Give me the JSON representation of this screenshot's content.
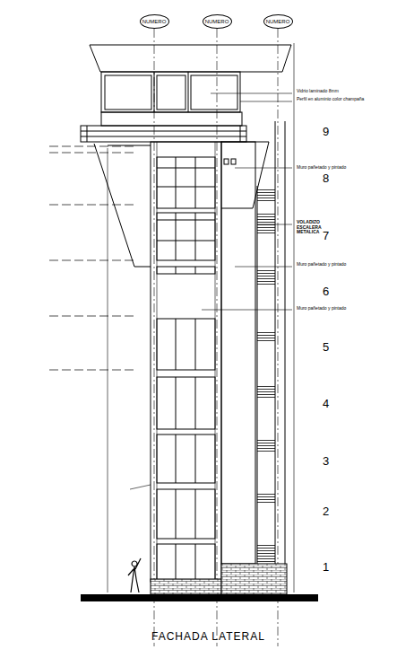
{
  "diagram": {
    "title": "FACHADA LATERAL",
    "nodes": [
      {
        "text": [
          "NUMERO"
        ]
      },
      {
        "text": [
          "NUMERO"
        ]
      },
      {
        "text": [
          "NUMERO"
        ]
      }
    ],
    "labels": [
      "Vidrio laminado 8mm",
      "Perfil en aluminio color champaña",
      "Muro pañetado y pintado",
      "VOLADIZO ESCALERA METALICA",
      "Muro pañetado y pintado",
      "Muro pañetado y pintado",
      "9",
      "8",
      "7",
      "6",
      "5",
      "4",
      "3",
      "2",
      "1"
    ]
  }
}
